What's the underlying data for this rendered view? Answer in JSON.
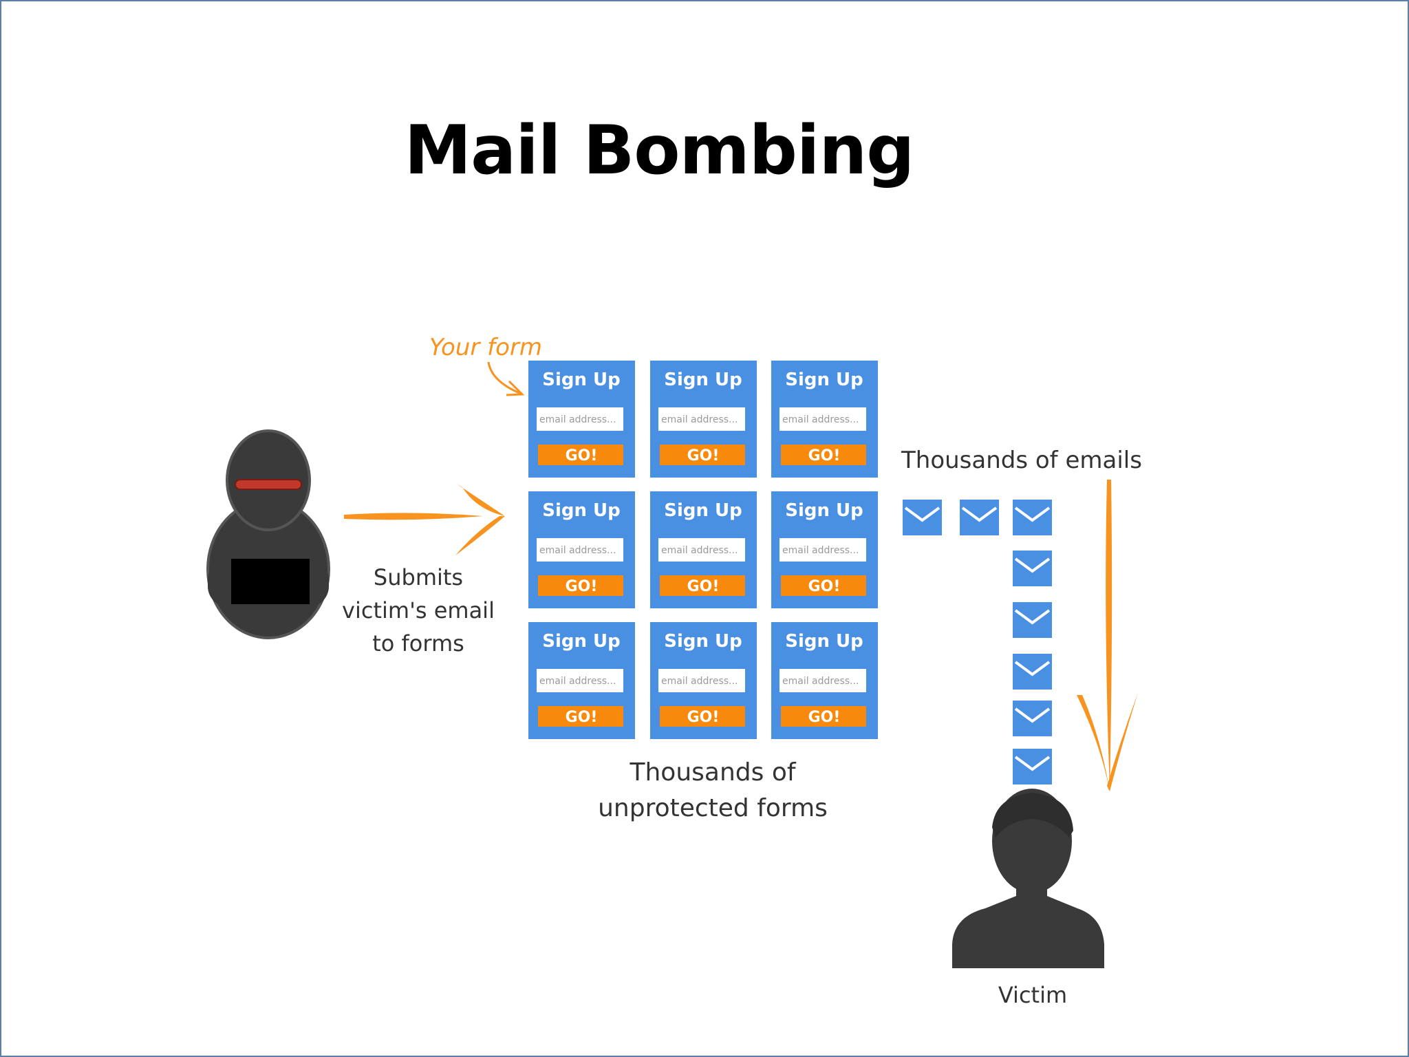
{
  "title": "Mail Bombing",
  "labels": {
    "your_form": "Your form",
    "submits": [
      "Submits",
      "victim's email",
      "to forms"
    ],
    "thousands_emails": "Thousands of emails",
    "thousands_forms": [
      "Thousands of",
      "unprotected forms"
    ],
    "victim": "Victim"
  },
  "form": {
    "title": "Sign Up",
    "placeholder": "email address...",
    "button": "GO!"
  },
  "colors": {
    "form_blue": "#4a90e2",
    "button_orange": "#f7890c",
    "arrow_orange": "#f7931e",
    "figure_dark": "#3a3a3a",
    "visor_red": "#c0392b"
  },
  "icons": [
    "attacker-icon",
    "arrow-right-icon",
    "envelope-icon",
    "arrow-down-icon",
    "victim-icon"
  ]
}
